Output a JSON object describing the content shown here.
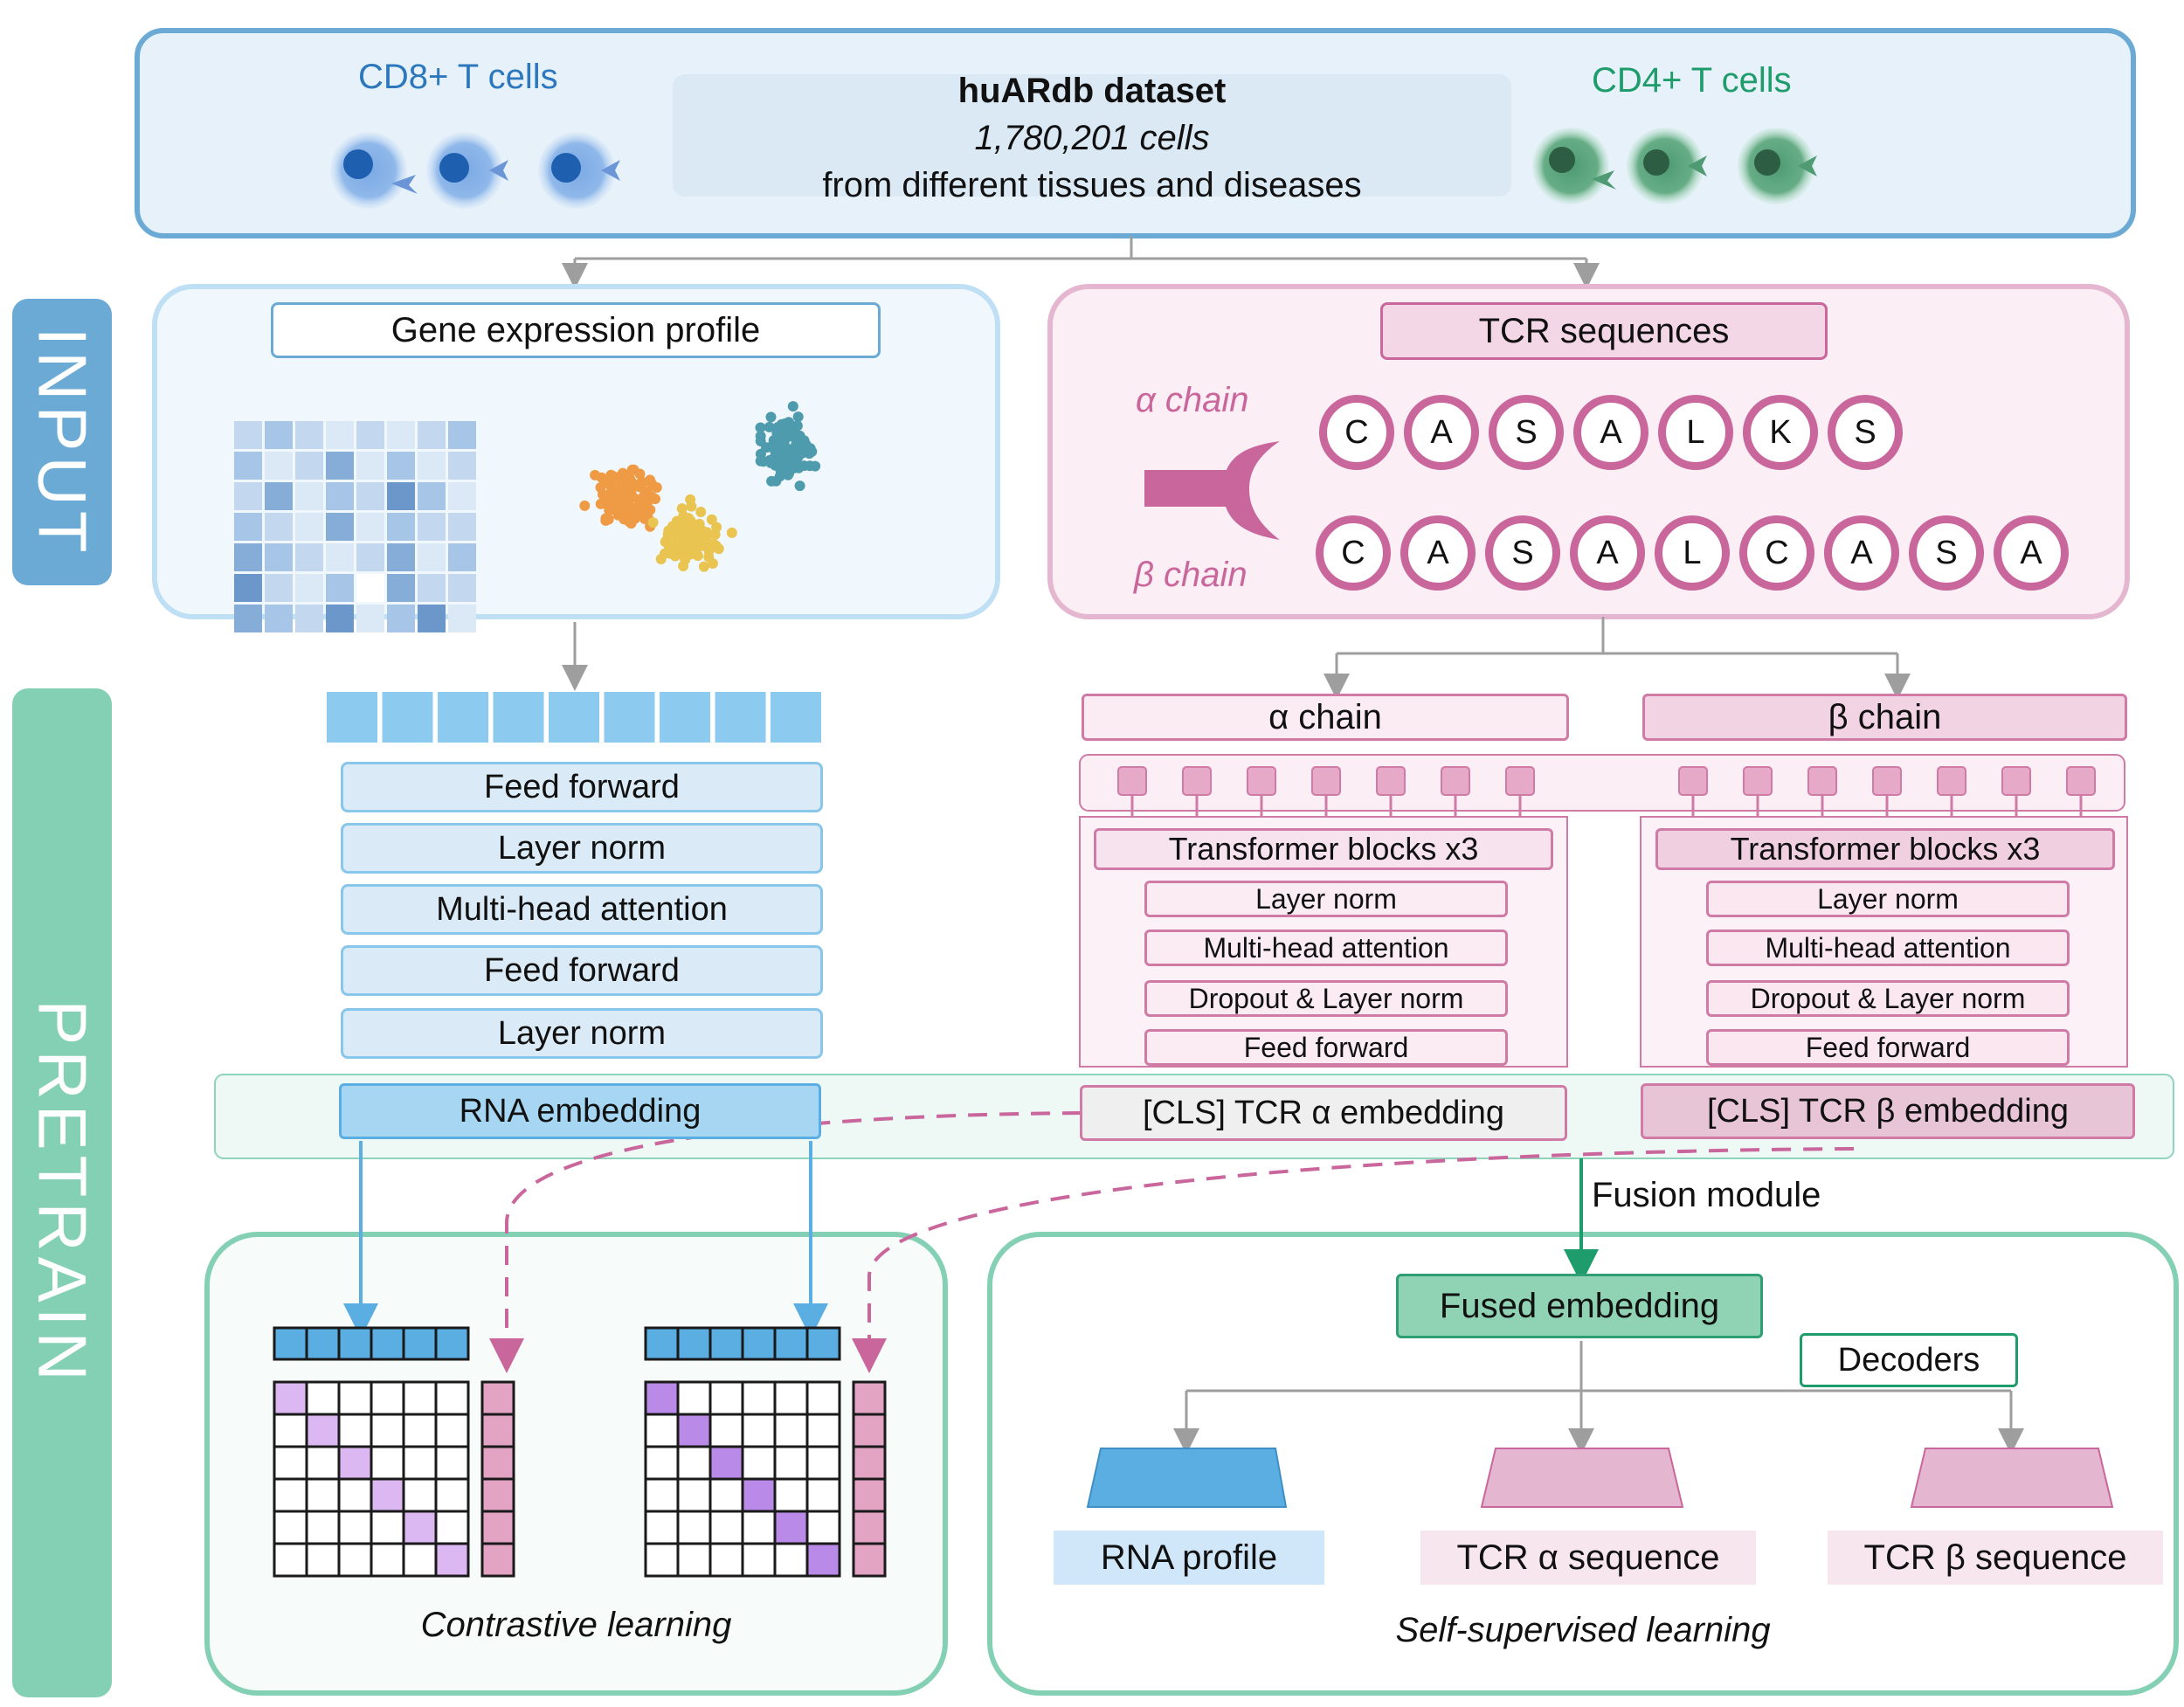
{
  "side": {
    "input": "INPUT",
    "pretrain": "PRETRAIN"
  },
  "dataset": {
    "cd8_label": "CD8+ T cells",
    "cd4_label": "CD4+ T cells",
    "title": "huARdb dataset",
    "count": "1,780,201 cells",
    "subtitle": "from different tissues and diseases"
  },
  "gene": {
    "title": "Gene expression profile"
  },
  "tcr": {
    "title": "TCR sequences",
    "alpha_label": "α chain",
    "beta_label": "β chain",
    "alpha_residues": [
      "C",
      "A",
      "S",
      "A",
      "L",
      "K",
      "S"
    ],
    "beta_residues": [
      "C",
      "A",
      "S",
      "A",
      "L",
      "C",
      "A",
      "S",
      "A"
    ]
  },
  "rna_encoder": {
    "layers": [
      "Feed forward",
      "Layer norm",
      "Multi-head attention",
      "Feed forward",
      "Layer norm"
    ],
    "embedding": "RNA embedding"
  },
  "tcr_encoder": {
    "alpha_title": "α chain",
    "beta_title": "β chain",
    "block_title": "Transformer blocks x3",
    "block_layers": [
      "Layer norm",
      "Multi-head attention",
      "Dropout & Layer norm",
      "Feed forward"
    ],
    "alpha_embedding": "[CLS] TCR α embedding",
    "beta_embedding": "[CLS] TCR β embedding"
  },
  "fusion": {
    "module_label": "Fusion module",
    "fused": "Fused embedding",
    "decoders": "Decoders",
    "outputs": [
      "RNA profile",
      "TCR α sequence",
      "TCR β sequence"
    ]
  },
  "learning": {
    "contrastive": "Contrastive learning",
    "self_supervised": "Self-supervised learning"
  },
  "colors": {
    "input_tab": "#6aaad5",
    "pretrain_tab": "#84d0b5",
    "blue": "#5aaee2",
    "pink": "#c9669b",
    "green": "#1f9c6c",
    "cd8_text": "#2d78bd",
    "cd4_text": "#1f9c6c"
  }
}
